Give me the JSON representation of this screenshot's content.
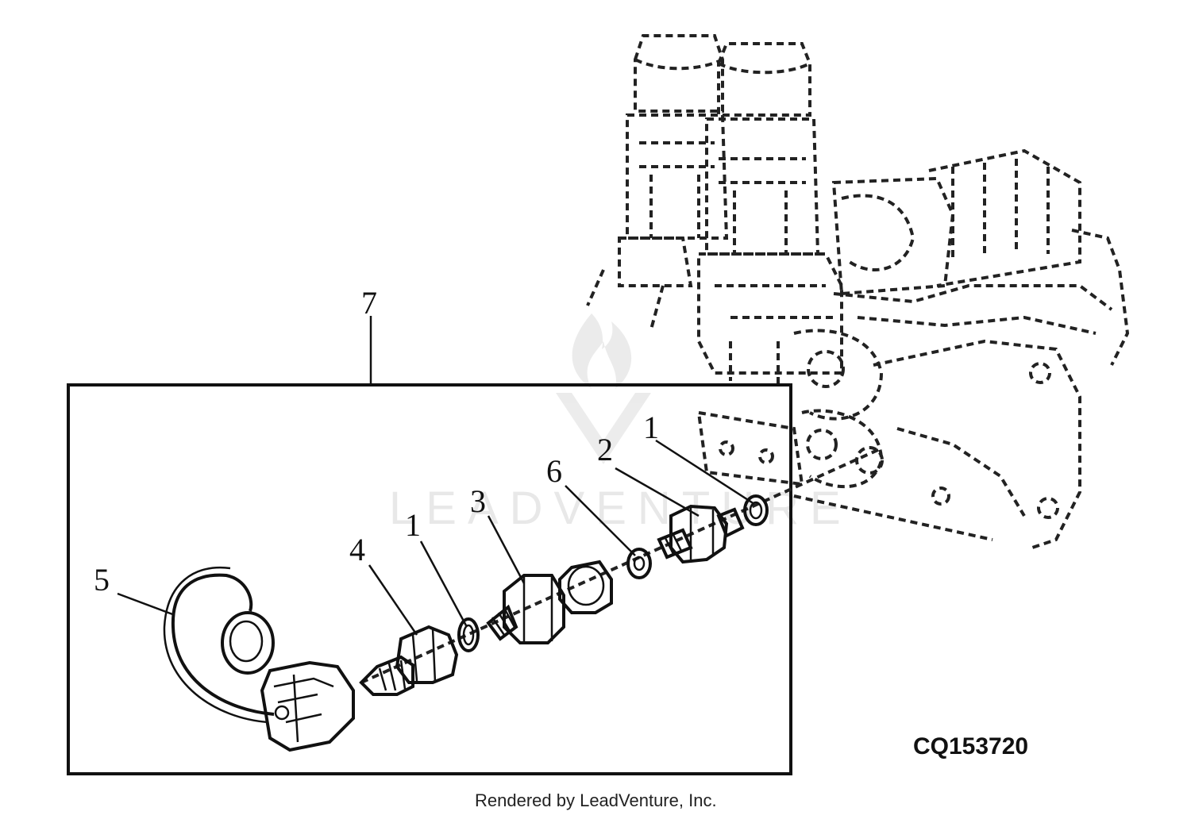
{
  "callouts": {
    "c7": "7",
    "c1a": "1",
    "c2": "2",
    "c6": "6",
    "c3": "3",
    "c1b": "1",
    "c4": "4",
    "c5": "5"
  },
  "figure_code": "CQ153720",
  "watermark_text": "LEADVENTURE",
  "footer_text": "Rendered by LeadVenture, Inc."
}
